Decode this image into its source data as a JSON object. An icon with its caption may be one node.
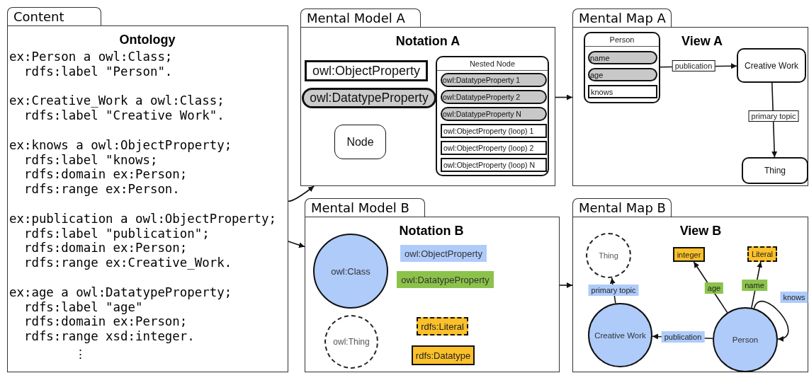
{
  "diagram": {
    "nodes": [
      {
        "text": [
          "Content",
          "Ontology",
          "ex:Person a owl:Class;",
          "  rdfs:label \"Person\".",
          "ex:Creative_Work a owl:Class;",
          "  rdfs:label \"Creative Work\".",
          "ex:knows a owl:ObjectProperty;",
          "  rdfs:label \"knows;",
          "  rdfs:domain ex:Person;",
          "  rdfs:range ex:Person.",
          "ex:publication a owl:ObjectProperty;",
          "  rdfs:label \"publication\";",
          "  rdfs:domain ex:Person;",
          "  rdfs:range ex:Creative_Work.",
          "ex:age a owl:DatatypeProperty;",
          "  rdfs:label \"age\"",
          "  rdfs:domain ex:Person;",
          "  rdfs:range xsd:integer.",
          "⋮"
        ]
      },
      {
        "text": [
          "Mental Model A",
          "Notation A"
        ]
      },
      {
        "text": [
          "owl:ObjectProperty"
        ],
        "in": 1
      },
      {
        "text": [
          "owl:DatatypeProperty"
        ],
        "in": 1
      },
      {
        "text": [
          "Node"
        ],
        "in": 1
      },
      {
        "text": [
          "Nested Node"
        ],
        "in": 1
      },
      {
        "text": [
          "owl:DatatypeProperty 1"
        ],
        "in": 5
      },
      {
        "text": [
          "owl:DatatypeProperty 2"
        ],
        "in": 5
      },
      {
        "text": [
          "owl:DatatypeProperty N"
        ],
        "in": 5
      },
      {
        "text": [
          "owl:ObjectProperty (loop) 1"
        ],
        "in": 5
      },
      {
        "text": [
          "owl:ObjectProperty (loop) 2"
        ],
        "in": 5
      },
      {
        "text": [
          "owl:ObjectProperty (loop) N"
        ],
        "in": 5
      },
      {
        "text": [
          "Mental Map A",
          "View A"
        ]
      },
      {
        "text": [
          "Person"
        ],
        "in": 12
      },
      {
        "text": [
          "name"
        ],
        "in": 13
      },
      {
        "text": [
          "age"
        ],
        "in": 13
      },
      {
        "text": [
          "knows"
        ],
        "in": 13
      },
      {
        "text": [
          "Creative Work"
        ],
        "in": 12
      },
      {
        "text": [
          "Thing"
        ],
        "in": 12
      },
      {
        "text": [
          "Mental Model B",
          "Notation B"
        ]
      },
      {
        "text": [
          "owl:Class"
        ],
        "in": 19
      },
      {
        "text": [
          "owl:ObjectProperty"
        ],
        "in": 19
      },
      {
        "text": [
          "owl:DatatypeProperty"
        ],
        "in": 19
      },
      {
        "text": [
          "owl:Thing"
        ],
        "in": 19
      },
      {
        "text": [
          "rdfs:Literal"
        ],
        "in": 19
      },
      {
        "text": [
          "rdfs:Datatype"
        ],
        "in": 19
      },
      {
        "text": [
          "Mental Map B",
          "View B"
        ]
      },
      {
        "text": [
          "Thing"
        ],
        "in": 26
      },
      {
        "text": [
          "integer"
        ],
        "in": 26
      },
      {
        "text": [
          "Literal"
        ],
        "in": 26
      },
      {
        "text": [
          "Creative Work"
        ],
        "in": 26
      },
      {
        "text": [
          "Person"
        ],
        "in": 26
      }
    ],
    "edges": [
      {
        "from": 0,
        "to": 1,
        "arrow": "to"
      },
      {
        "from": 0,
        "to": 19,
        "arrow": "to"
      },
      {
        "from": 1,
        "to": 12,
        "arrow": "to"
      },
      {
        "from": 19,
        "to": 26,
        "arrow": "to"
      },
      {
        "from": 13,
        "to": 17,
        "arrow": "to",
        "label": "publication"
      },
      {
        "from": 17,
        "to": 18,
        "arrow": "to",
        "label": "primary topic"
      },
      {
        "from": 30,
        "to": 27,
        "arrow": "to",
        "label": "primary topic"
      },
      {
        "from": 31,
        "to": 28,
        "arrow": "to",
        "label": "age"
      },
      {
        "from": 31,
        "to": 29,
        "arrow": "to",
        "label": "name"
      },
      {
        "from": 31,
        "to": 31,
        "arrow": "to",
        "label": "knows"
      },
      {
        "from": 31,
        "to": 30,
        "arrow": "to",
        "label": "publication"
      }
    ]
  }
}
